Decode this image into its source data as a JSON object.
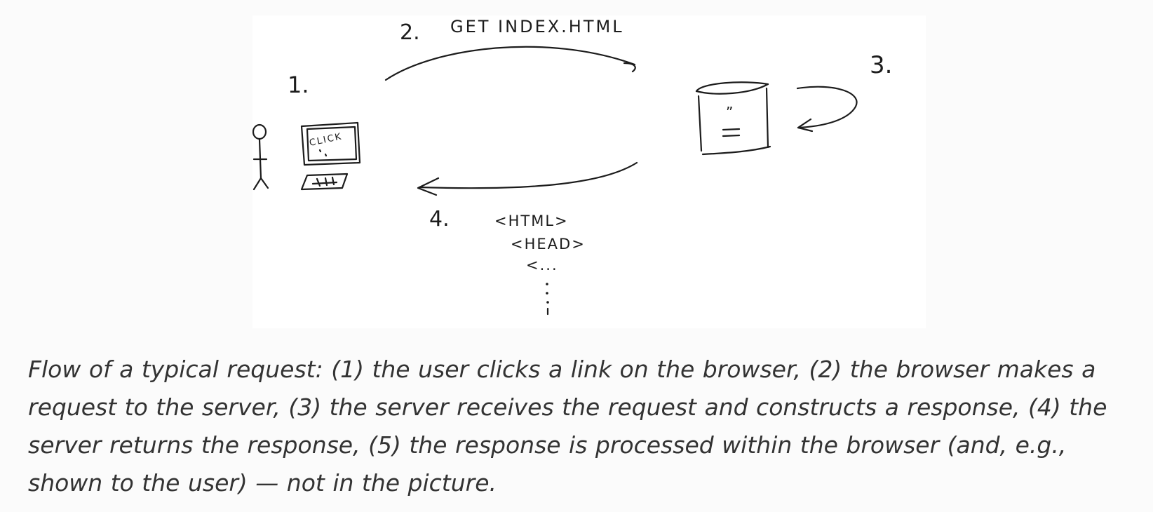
{
  "diagram": {
    "steps": {
      "step1": "1.",
      "step2": "2.",
      "step3": "3.",
      "step4": "4."
    },
    "request_label": "GET INDEX.HTML",
    "screen_label": "CLICK",
    "response_lines": [
      "<HTML>",
      "<HEAD>",
      "<..."
    ],
    "server_glyph": "”"
  },
  "caption": "Flow of a typical request: (1) the user clicks a link on the browser, (2) the browser makes a request to the server, (3) the server receives the request and constructs a response, (4) the server returns the response, (5) the response is processed within the browser (and, e.g., shown to the user) — not in the picture."
}
